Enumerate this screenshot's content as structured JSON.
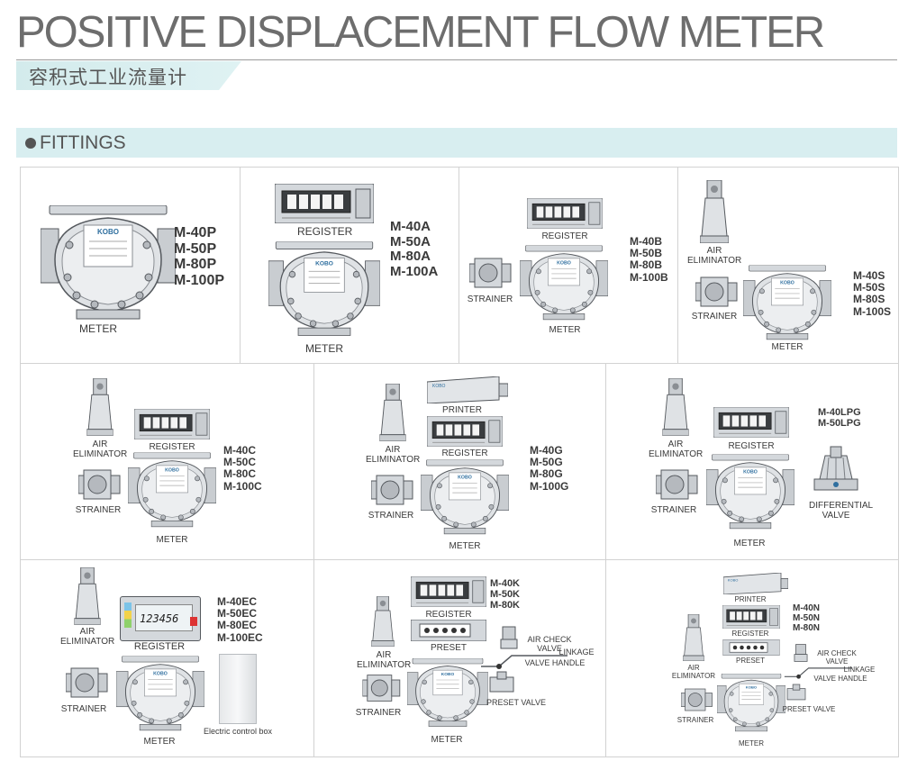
{
  "page": {
    "title": "POSITIVE DISPLACEMENT FLOW METER",
    "subtitle": "容积式工业流量计",
    "section": "FITTINGS"
  },
  "brand": "KOBO",
  "labels": {
    "meter": "METER",
    "register": "REGISTER",
    "strainer": "STRAINER",
    "air_eliminator": [
      "AIR",
      "ELIMINATOR"
    ],
    "printer": "PRINTER",
    "differential_valve": [
      "DIFFERENTIAL",
      "VALVE"
    ],
    "preset": "PRESET",
    "air_check_valve": [
      "AIR CHECK",
      "VALVE"
    ],
    "linkage": "LINKAGE",
    "valve_handle": "VALVE HANDLE",
    "preset_valve": "PRESET VALVE",
    "electric_control_box": "Electric control box"
  },
  "display_reading": "123456",
  "models": {
    "p": [
      "M-40P",
      "M-50P",
      "M-80P",
      "M-100P"
    ],
    "a": [
      "M-40A",
      "M-50A",
      "M-80A",
      "M-100A"
    ],
    "b": [
      "M-40B",
      "M-50B",
      "M-80B",
      "M-100B"
    ],
    "s": [
      "M-40S",
      "M-50S",
      "M-80S",
      "M-100S"
    ],
    "c": [
      "M-40C",
      "M-50C",
      "M-80C",
      "M-100C"
    ],
    "g": [
      "M-40G",
      "M-50G",
      "M-80G",
      "M-100G"
    ],
    "lpg": [
      "M-40LPG",
      "M-50LPG"
    ],
    "ec": [
      "M-40EC",
      "M-50EC",
      "M-80EC",
      "M-100EC"
    ],
    "k": [
      "M-40K",
      "M-50K",
      "M-80K"
    ],
    "n": [
      "M-40N",
      "M-50N",
      "M-80N"
    ]
  },
  "colors": {
    "accent": "#d8eef0",
    "metal": "#c9cdd1",
    "outline": "#55595e"
  }
}
